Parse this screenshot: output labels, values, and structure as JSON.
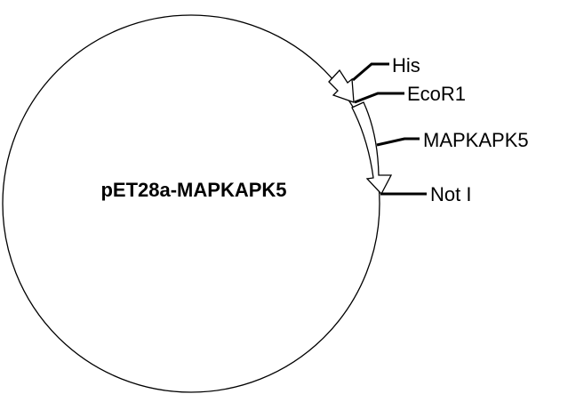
{
  "plasmid": {
    "name": "pET28a-MAPKAPK5"
  },
  "features": {
    "his_label": "His",
    "ecor1_label": "EcoR1",
    "insert_label": "MAPKAPK5",
    "noti_label": "Not I"
  }
}
